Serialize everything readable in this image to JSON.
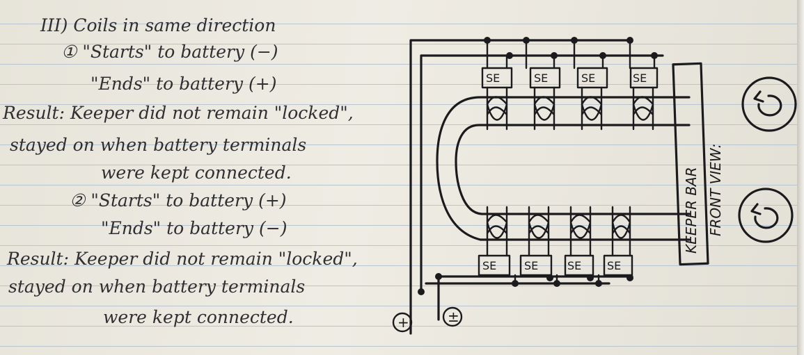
{
  "notes": {
    "heading": "III) Coils in same direction",
    "case1_start": "① \"Starts\" to battery (−)",
    "case1_end": "\"Ends\" to battery (+)",
    "case1_result1": "Result: Keeper did not remain \"locked\",",
    "case1_result2": "stayed on when battery terminals",
    "case1_result3": "were kept connected.",
    "case2_start": "② \"Starts\" to battery (+)",
    "case2_end": "\"Ends\" to battery (−)",
    "case2_result1": "Result: Keeper did not remain \"locked\",",
    "case2_result2": "stayed on when battery terminals",
    "case2_result3": "were kept connected."
  },
  "diagram": {
    "coil_label": "SE",
    "keeper_label": "KEEPER BAR",
    "view_label": "FRONT VIEW:",
    "terminal_plus": "+",
    "terminal_minus": "±"
  }
}
